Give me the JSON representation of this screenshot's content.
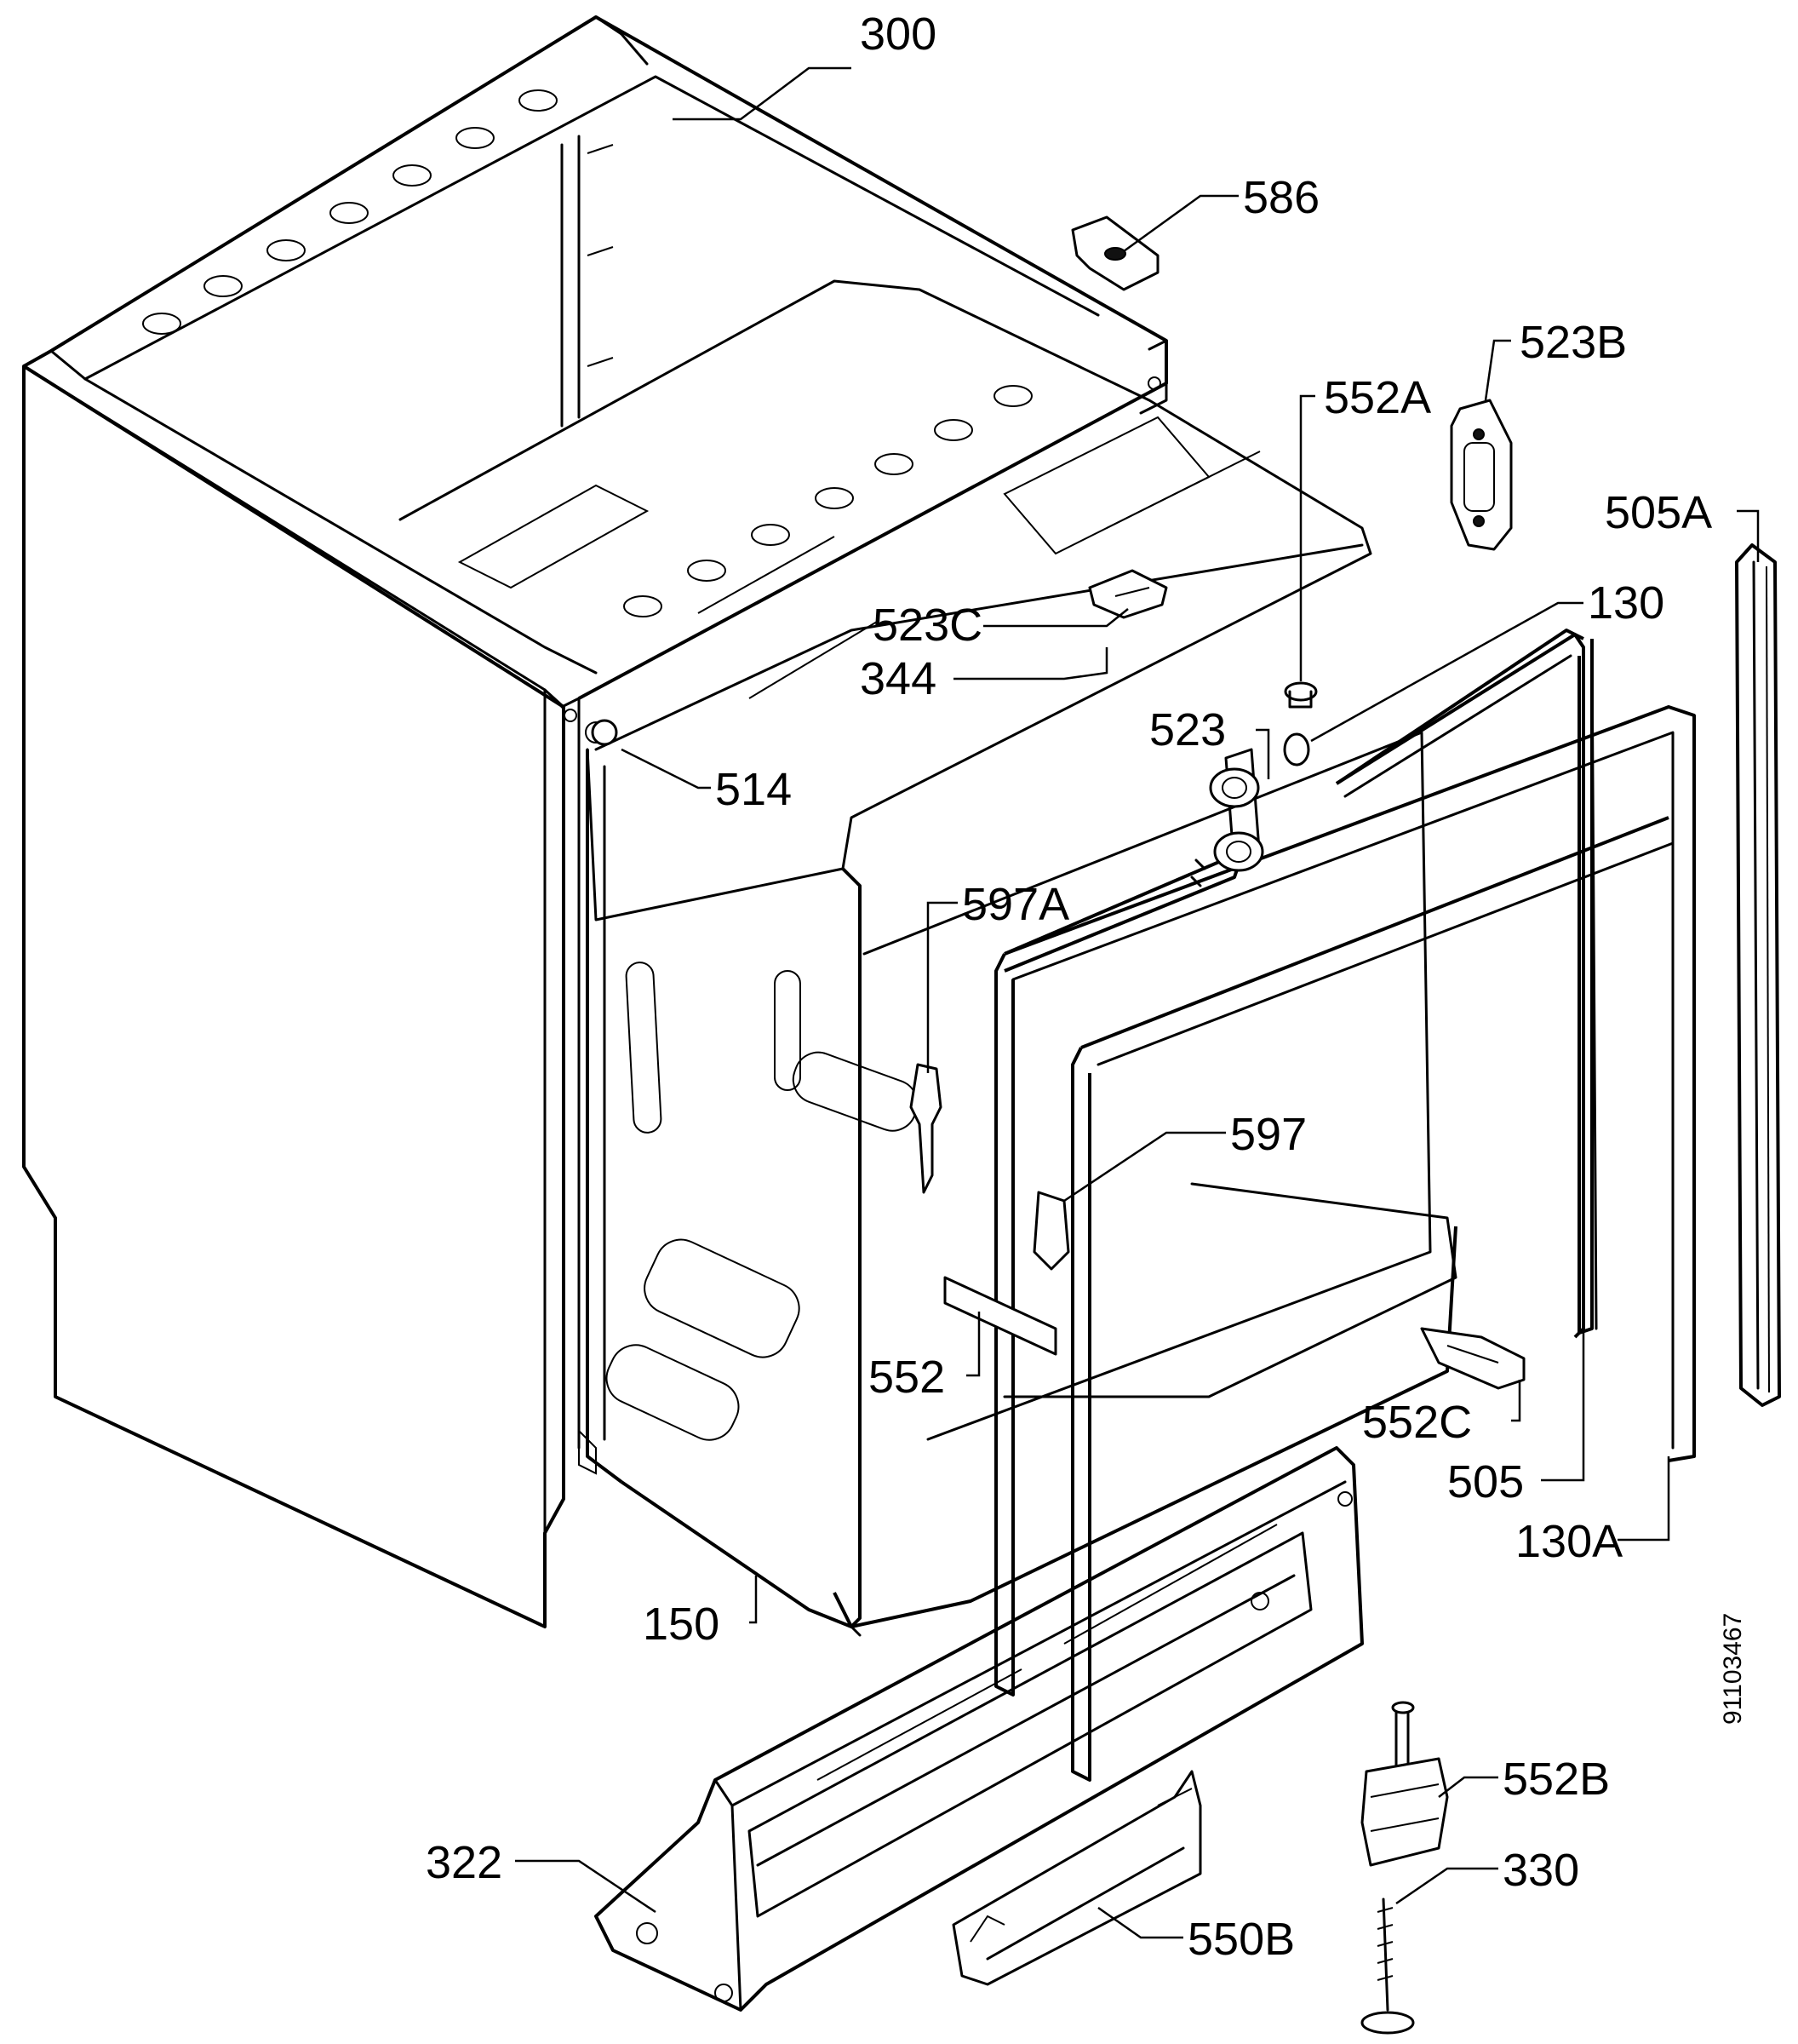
{
  "diagram": {
    "document_number": "91103467",
    "labels": {
      "p300": "300",
      "p586": "586",
      "p523b": "523B",
      "p552a": "552A",
      "p505a": "505A",
      "p130": "130",
      "p523c": "523C",
      "p344": "344",
      "p523": "523",
      "p514": "514",
      "p597a": "597A",
      "p597": "597",
      "p552": "552",
      "p552c": "552C",
      "p505": "505",
      "p130a": "130A",
      "p150": "150",
      "p552b": "552B",
      "p330": "330",
      "p322": "322",
      "p550b": "550B"
    }
  }
}
